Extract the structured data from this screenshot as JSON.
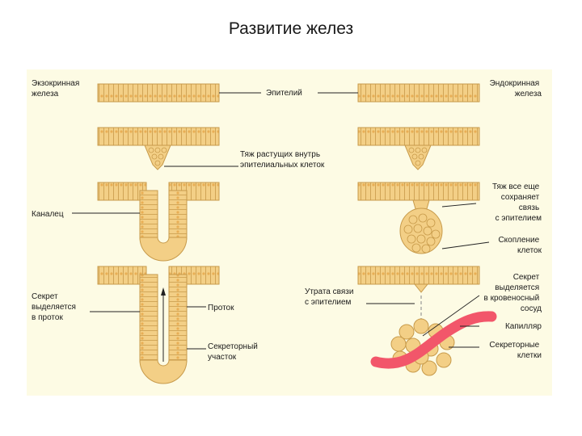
{
  "title": "Развитие желез",
  "colors": {
    "panel_bg": "#fdfbe4",
    "cell_fill": "#f3cf86",
    "cell_stroke": "#c79a4a",
    "nucleus": "#e8ae55",
    "capillary": "#f2566a",
    "line": "#222222"
  },
  "labels": {
    "exocrine": [
      "Экзокринная",
      "железа"
    ],
    "endocrine": [
      "Эндокринная",
      "железа"
    ],
    "epithelium": "Эпителий",
    "cord_growing": [
      "Тяж растущих внутрь",
      "эпителиальных клеток"
    ],
    "canal": "Каналец",
    "cord_still": [
      "Тяж все еще",
      "сохраняет",
      "связь",
      "с эпителием"
    ],
    "cluster": [
      "Скопление",
      "клеток"
    ],
    "secretion_duct": [
      "Секрет",
      "выделяется",
      "в проток"
    ],
    "loss_connection": [
      "Утрата связи",
      "с эпителием"
    ],
    "secretion_vessel": [
      "Секрет",
      "выделяется",
      "в кровеносный",
      "сосуд"
    ],
    "duct": "Проток",
    "capillary": "Капилляр",
    "secretory_part": [
      "Секреторный",
      "участок"
    ],
    "secretory_cells": [
      "Секреторные",
      "клетки"
    ]
  }
}
